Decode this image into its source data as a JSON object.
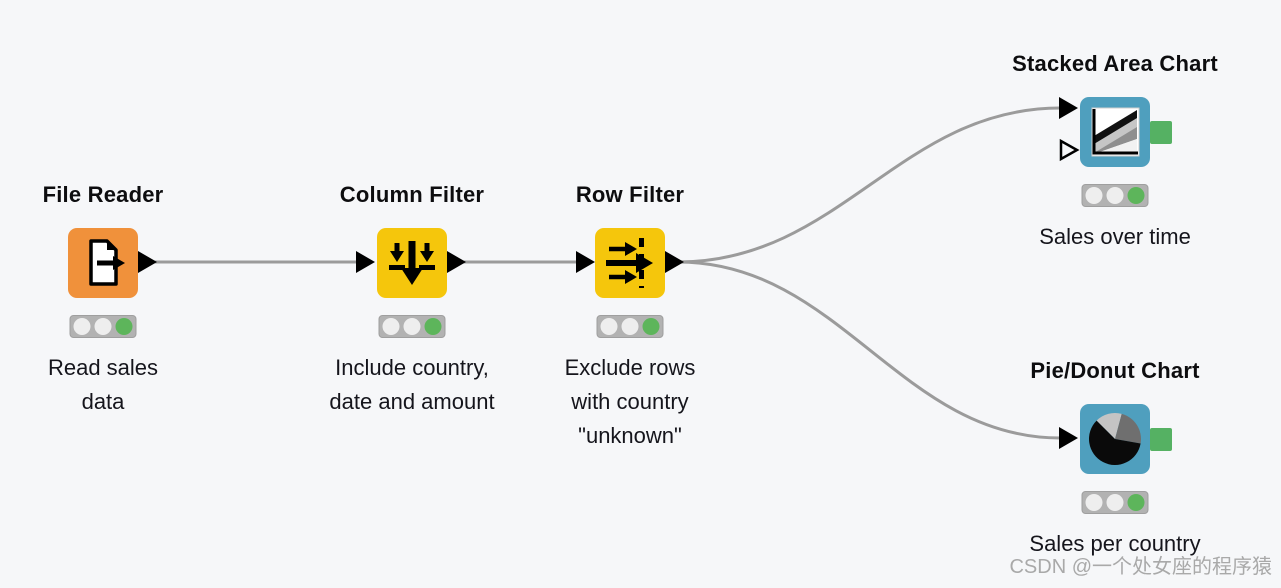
{
  "canvas": {
    "background_color": "#f6f7f9",
    "watermark": "CSDN @一个处女座的程序猿"
  },
  "workflow": {
    "nodes": [
      {
        "id": "file-reader",
        "title": "File Reader",
        "label": "Read sales\ndata",
        "type": "source",
        "color": "#f0913b",
        "icon": "file-export-icon",
        "status": "executed"
      },
      {
        "id": "column-filter",
        "title": "Column Filter",
        "label": "Include country,\ndate and amount",
        "type": "manipulator",
        "color": "#f5c60c",
        "icon": "column-filter-icon",
        "status": "executed"
      },
      {
        "id": "row-filter",
        "title": "Row Filter",
        "label": "Exclude rows\nwith country\n\"unknown\"",
        "type": "manipulator",
        "color": "#f5c60c",
        "icon": "row-filter-icon",
        "status": "executed"
      },
      {
        "id": "stacked-area-chart",
        "title": "Stacked Area Chart",
        "label": "Sales over time",
        "type": "view",
        "color": "#4f9fbe",
        "icon": "stacked-area-icon",
        "status": "executed"
      },
      {
        "id": "pie-donut-chart",
        "title": "Pie/Donut Chart",
        "label": "Sales per country",
        "type": "view",
        "color": "#4f9fbe",
        "icon": "pie-chart-icon",
        "status": "executed"
      }
    ],
    "connections": [
      {
        "from": "file-reader",
        "to": "column-filter"
      },
      {
        "from": "column-filter",
        "to": "row-filter"
      },
      {
        "from": "row-filter",
        "to": "stacked-area-chart"
      },
      {
        "from": "row-filter",
        "to": "pie-donut-chart"
      }
    ],
    "status_colors": {
      "traffic_green": "#5db55b",
      "traffic_idle": "#eeeeee",
      "view_output_port_green": "#55b163",
      "wire_gray": "#9b9b9b"
    }
  }
}
